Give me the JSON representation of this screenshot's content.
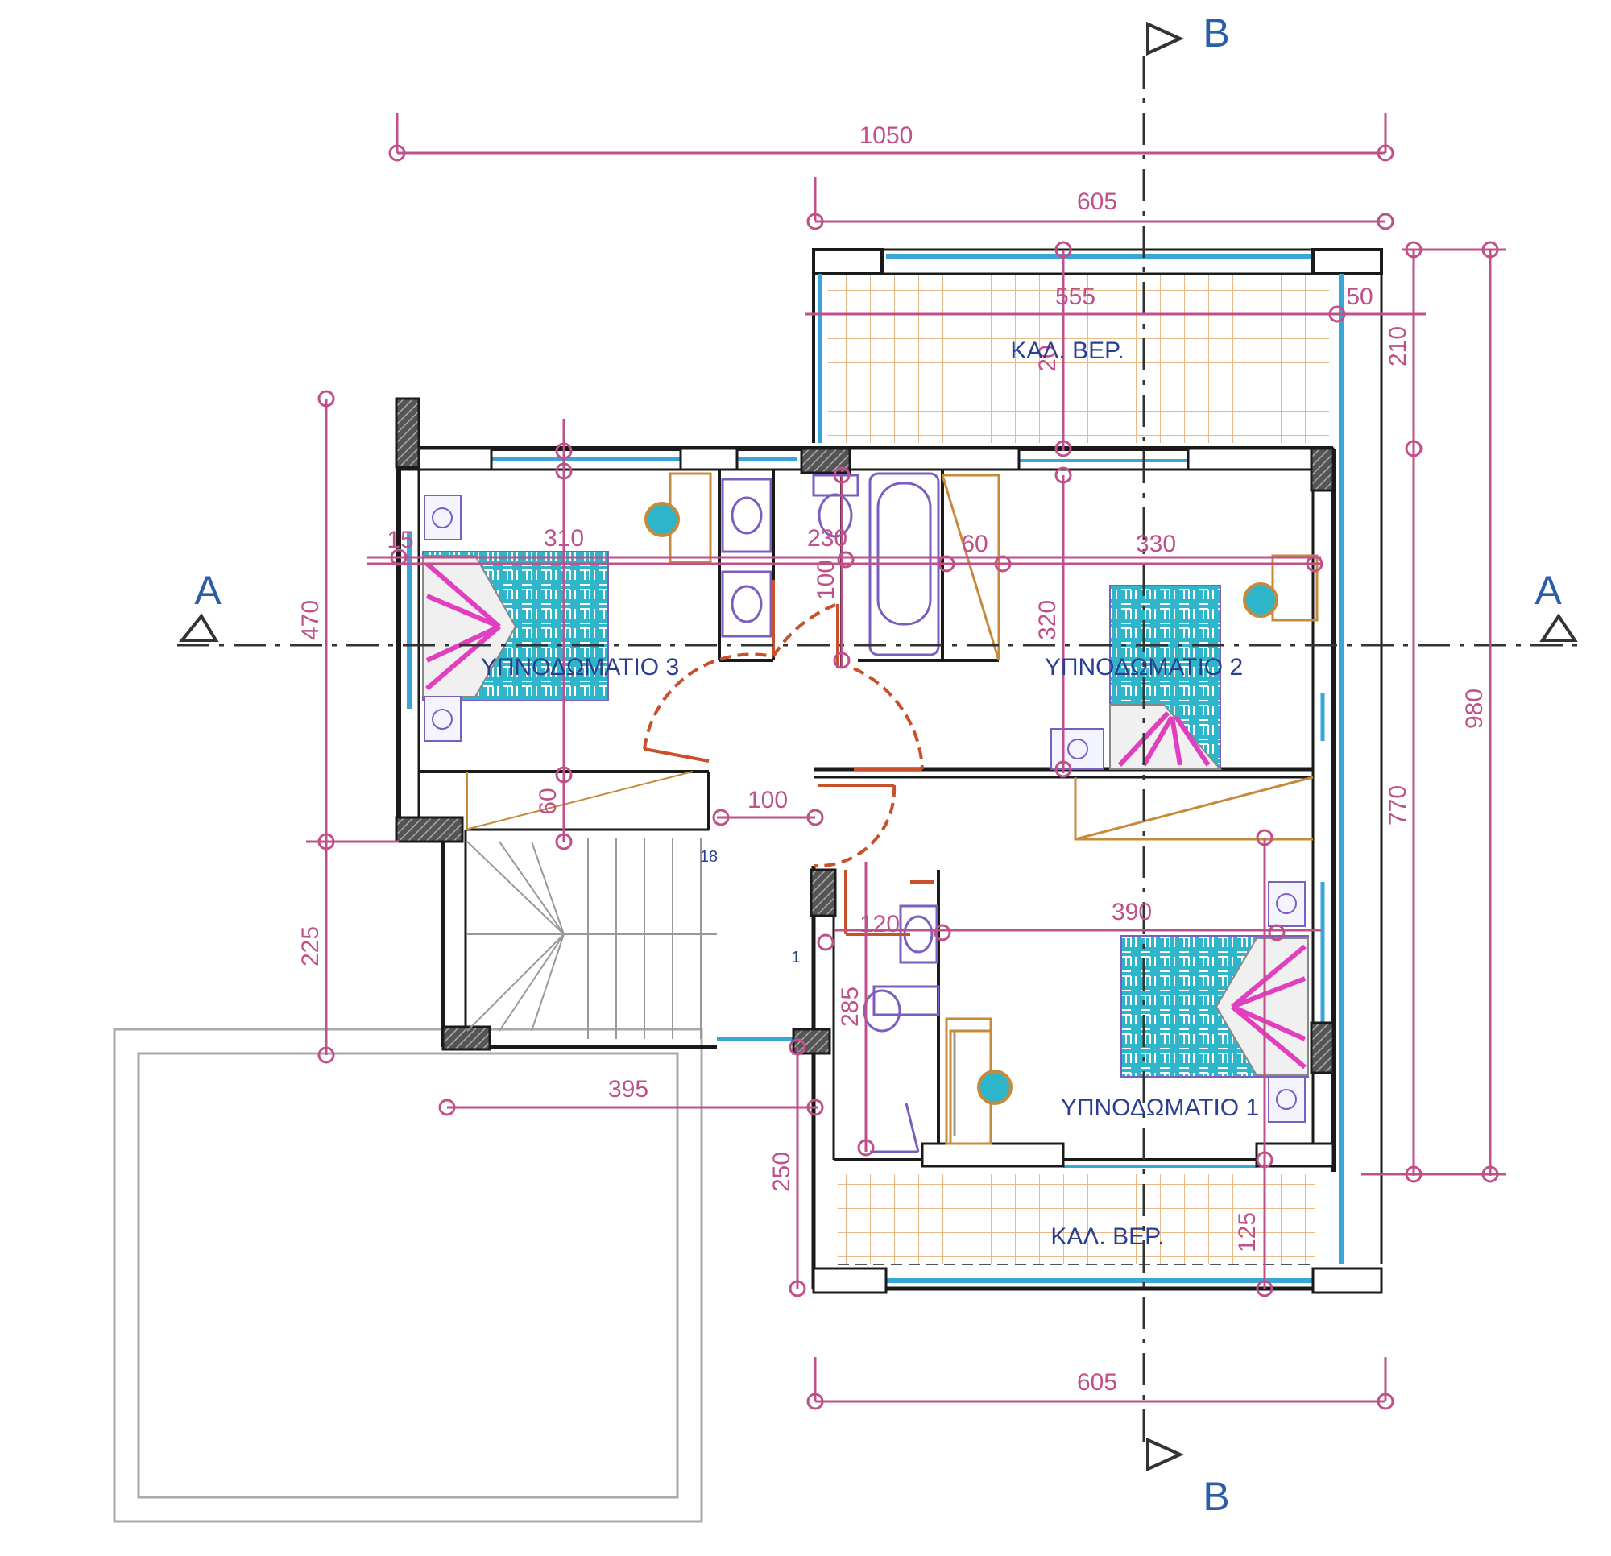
{
  "sections": {
    "a_left": "A",
    "a_right": "A",
    "b_top": "B",
    "b_bottom": "B"
  },
  "dims": {
    "overall_width": "1050",
    "top_width": "605",
    "bottom_width": "605",
    "balcony_inner": "555",
    "balcony_edge": "50",
    "right_top": "210",
    "right_total": "980",
    "right_lower": "770",
    "left_470": "470",
    "left_225": "225",
    "room3_width": "310",
    "bath_width": "230",
    "gap_60a": "60",
    "room2_width": "330",
    "bath_depth": "100",
    "room2_depth": "320",
    "corridor_60": "60",
    "corridor_100": "100",
    "room1_width": "390",
    "wc_120": "120",
    "wc_285": "285",
    "stair_395": "395",
    "left_250": "250",
    "balcony_125": "125",
    "balcony_20": "20",
    "small_15": "15"
  },
  "rooms": {
    "balcony_top": "ΚΑΛ. ΒΕΡ.",
    "bedroom3": "ΥΠΝΟΔΩΜΑΤΙΟ 3",
    "bedroom2": "ΥΠΝΟΔΩΜΑΤΙΟ 2",
    "bedroom1": "ΥΠΝΟΔΩΜΑΤΙΟ 1",
    "balcony_bottom": "ΚΑΛ. ΒΕΡ."
  },
  "stairs": {
    "step_18": "18",
    "step_1": "1"
  },
  "colors": {
    "dimension": "#c0508a",
    "wall": "#1a1a1a",
    "glass": "#3aa6d6",
    "tile": "#e9b98a",
    "furniture": "#c78a3a",
    "bed": "#2fb5c9",
    "fixture": "#7a5fc0",
    "door": "#c8502a",
    "section": "#2a5fa8"
  }
}
